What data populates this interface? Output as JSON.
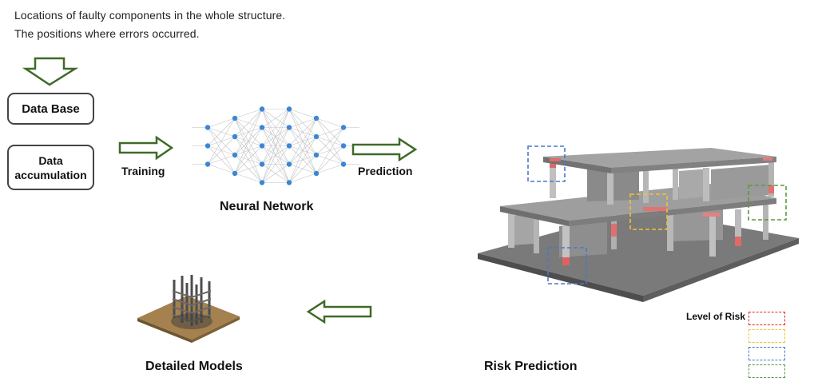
{
  "captions": [
    "Locations of faulty components in the whole structure.",
    "The positions where errors occurred."
  ],
  "boxes": {
    "database": "Data Base",
    "accumulation": "Data\naccumulation"
  },
  "arrow_labels": {
    "training": "Training",
    "prediction": "Prediction"
  },
  "stages": {
    "neural_network": "Neural Network",
    "risk_prediction": "Risk Prediction",
    "detailed_models": "Detailed Models"
  },
  "legend": {
    "title": "Level of Risk",
    "levels": [
      {
        "color": "#e8262b"
      },
      {
        "color": "#f2c230"
      },
      {
        "color": "#4a78c8"
      },
      {
        "color": "#5a9a3c"
      }
    ]
  },
  "colors": {
    "arrow": "#3f6a28",
    "node": "#3b86d6",
    "box_border": "#444444"
  },
  "neural_network_layers": [
    3,
    4,
    5,
    5,
    4,
    3
  ]
}
